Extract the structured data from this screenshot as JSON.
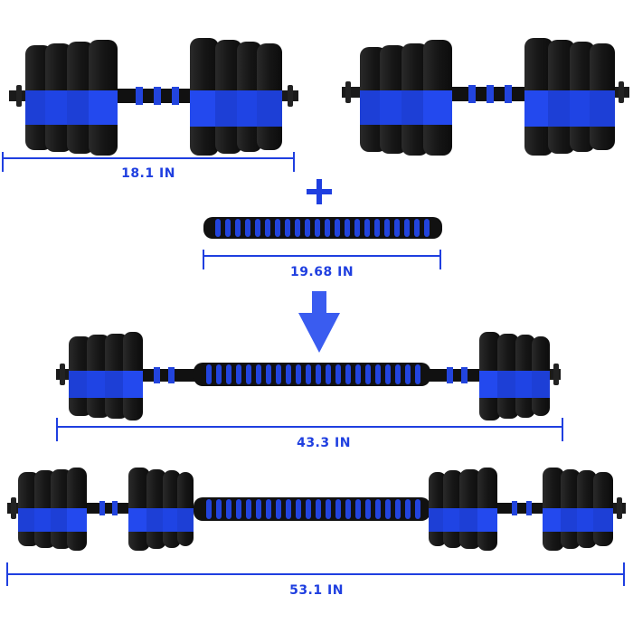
{
  "colors": {
    "accent": "#1f3fe0",
    "plate_black": "#141414",
    "plate_blue": "#1d3fd6",
    "foam_blue": "#2244dd",
    "background": "#ffffff"
  },
  "measurements": {
    "dumbbell": "18.1  IN",
    "connector": "19.68  IN",
    "barbell_short": "43.3  IN",
    "barbell_long": "53.1  IN"
  },
  "symbols": {
    "plus": "plus-icon",
    "arrow": "arrow-down-icon"
  }
}
